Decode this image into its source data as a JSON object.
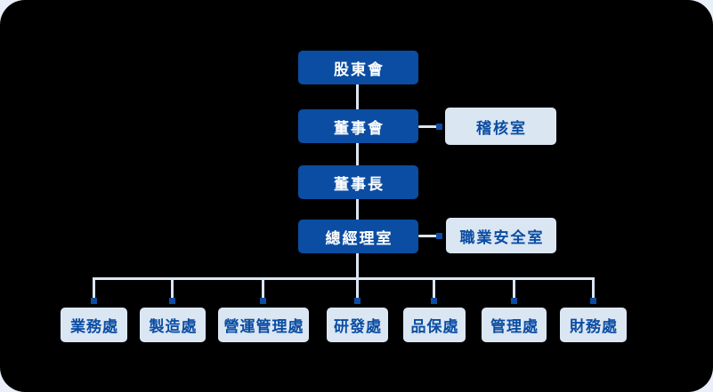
{
  "org_chart": {
    "levels": {
      "shareholders": "股東會",
      "board": "董事會",
      "chairman": "董事長",
      "president_office": "總經理室"
    },
    "side_offices": {
      "audit": "稽核室",
      "safety": "職業安全室"
    },
    "divisions": [
      "業務處",
      "製造處",
      "營運管理處",
      "研發處",
      "品保處",
      "管理處",
      "財務處"
    ],
    "hierarchy_note": "股東會 > 董事會(稽核室) > 董事長 > 總經理室(職業安全室) > 7 divisions"
  },
  "colors": {
    "primary_box_bg": "#0B4DA2",
    "primary_box_text": "#FFFFFF",
    "light_box_bg": "#DBE6F3",
    "light_box_text": "#0B4DA2",
    "connector_line": "#DCE6F2",
    "connector_dot": "#0B4DA2",
    "canvas_bg": "#000000",
    "page_bg": "#E9EEF8"
  }
}
